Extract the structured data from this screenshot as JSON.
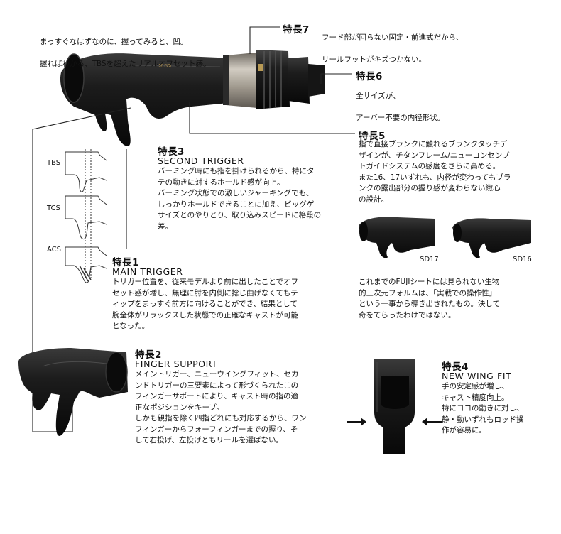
{
  "intro": {
    "line1": "まっすぐなはずなのに、握ってみると、凹。",
    "line2": "握ればわかる、TBSを超えたリアルオフセット感。"
  },
  "f7": {
    "tag": "特長7",
    "line1": "フード部が回らない固定・前進式だから、",
    "line2": "リールフットがキズつかない。"
  },
  "f6": {
    "tag": "特長6",
    "line1": "全サイズが、",
    "line2": "アーバー不要の内径形状。"
  },
  "f5": {
    "tag": "特長5",
    "text": "指で直接ブランクに触れるブランクタッチデ\nザインが、チタンフレーム/ニューコンセンプ\nトガイドシステムの感度をさらに高める。\nまた16、17いずれも、内径が変わってもブラ\nンクの露出部分の握り感が変わらない緻心\nの設計。"
  },
  "f3": {
    "tag": "特長3",
    "en": "SECOND TRIGGER",
    "text": "バーミング時にも指を掛けられるから、特にタ\nテの動きに対するホールド感が向上。\nバーミング状態での激しいジャーキングでも、\nしっかりホールドできることに加え、ビッグゲ\nサイズとのやりとり、取り込みスピードに格段の\n差。"
  },
  "f1": {
    "tag": "特長1",
    "en": "MAIN TRIGGER",
    "text": "トリガー位置を、従来モデルより前に出したことでオフ\nセット感が増し、無理に肘を内側に捻じ曲げなくてもテ\nィップをまっすぐ前方に向けることができ、結果として\n腕全体がリラックスした状態での正確なキャストが可能\nとなった。"
  },
  "f2": {
    "tag": "特長2",
    "en": "FINGER SUPPORT",
    "text": "メイントリガー、ニューウイングフィット、セカ\nンドトリガーの三要素によって形づくられたこの\nフィンガーサポートにより、キャスト時の指の適\n正なポジションをキープ。\nしかも親指を除く四指どれにも対応するから、ワン\nフィンガーからフォーフィンガーまでの握り、そ\nして右投げ、左投げともリールを選ばない。"
  },
  "f4": {
    "tag": "特長4",
    "en": "NEW WING FIT",
    "text": "手の安定感が増し、\nキャスト精度向上。\n特にヨコの動きに対し、\n静・動いずれもロッド操\n作が容易に。"
  },
  "note": {
    "text": "これまでのFUJIシートには見られない生物\n的三次元フォルムは、「実戦での操作性」\nという一事から導き出されたもの。決して\n奇をてらったわけではない。"
  },
  "sizes": {
    "a": "SD17",
    "b": "SD16"
  },
  "profiles": [
    "TBS",
    "TCS",
    "ACS"
  ],
  "colors": {
    "body": "#1b1b1b",
    "metal": "#a9a39a",
    "line": "#222222"
  }
}
